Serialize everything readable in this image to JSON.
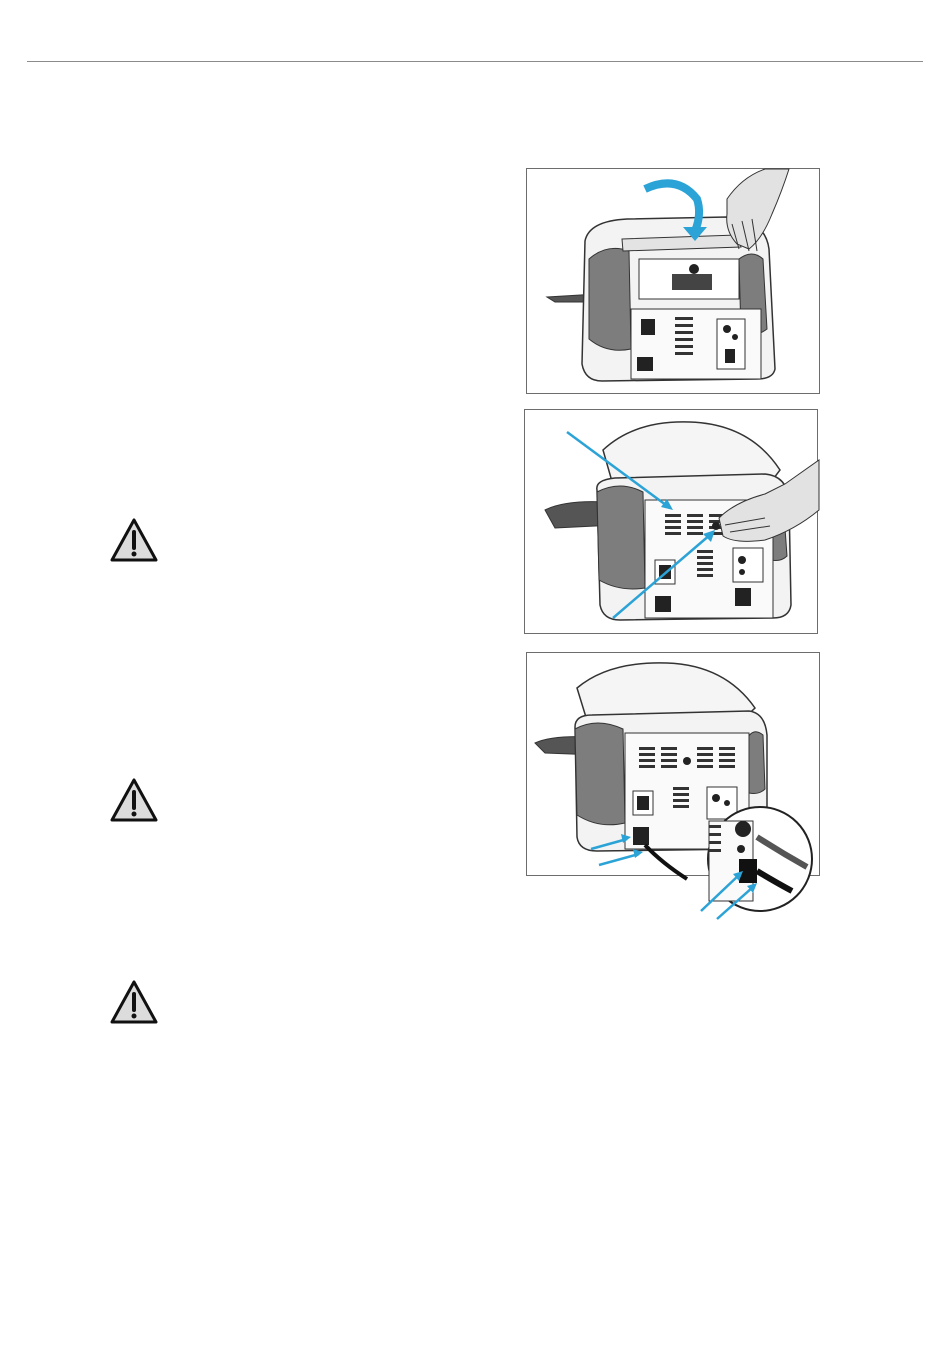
{
  "page": {
    "background": "#ffffff",
    "rule_color": "#8c8c8c",
    "accent_arrow_color": "#2ba3d6"
  },
  "figures": [
    {
      "name": "figure-open-lid",
      "icon": "unit-rear-lid-open-hand"
    },
    {
      "name": "figure-close-lid",
      "icon": "unit-rear-hand-press"
    },
    {
      "name": "figure-connect-power",
      "icon": "unit-rear-power-cord-detail"
    }
  ],
  "warnings": [
    {
      "icon": "warning-triangle-icon"
    },
    {
      "icon": "warning-triangle-icon"
    },
    {
      "icon": "warning-triangle-icon"
    }
  ]
}
